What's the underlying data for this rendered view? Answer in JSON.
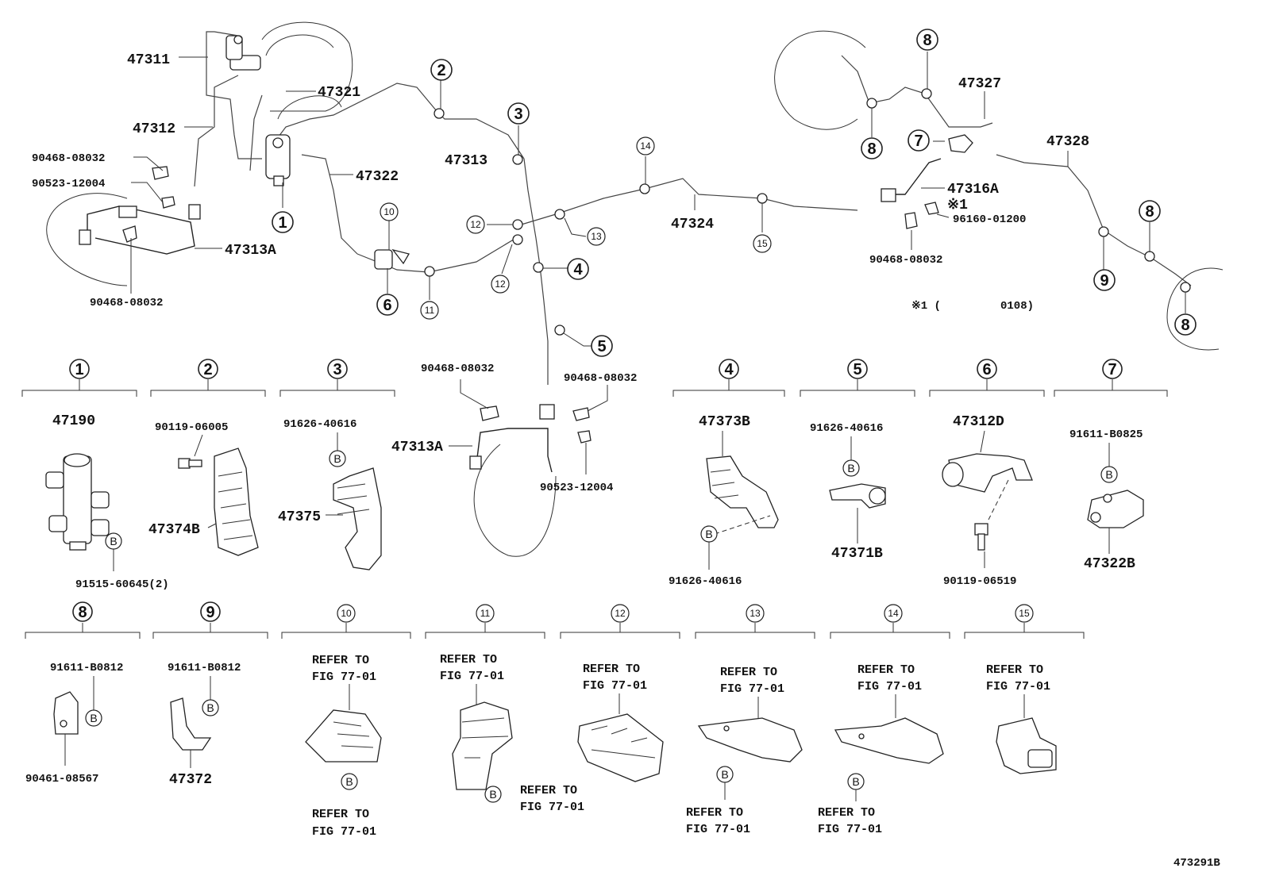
{
  "callouts": {
    "c1": "1",
    "c2": "2",
    "c3": "3",
    "c4": "4",
    "c5": "5",
    "c6": "6",
    "c7": "7",
    "c8": "8",
    "c9": "9",
    "c10": "10",
    "c11": "11",
    "c12": "12",
    "c13": "13",
    "c14": "14",
    "c15": "15",
    "b": "B"
  },
  "top": {
    "p47311": "47311",
    "p47321": "47321",
    "p47312": "47312",
    "p90468a": "90468-08032",
    "p90523a": "90523-12004",
    "p47313a_left": "47313A",
    "p90468b": "90468-08032",
    "p47322": "47322",
    "p47313": "47313",
    "p47324": "47324",
    "p47327": "47327",
    "p47328": "47328",
    "p47316a": "47316A",
    "star1_mark": "※1",
    "p96160": "96160-01200",
    "p90468c": "90468-08032",
    "footnote_mark": "※1 (",
    "footnote_val": "0108)"
  },
  "mid": {
    "p90468d": "90468-08032",
    "p90468e": "90468-08032",
    "p47313a_mid": "47313A",
    "p90523b": "90523-12004"
  },
  "row1": {
    "s1_part": "47190",
    "s1_bolt": "91515-60645(2)",
    "s2_bolt": "90119-06005",
    "s2_part": "47374B",
    "s3_bolt": "91626-40616",
    "s3_part": "47375",
    "s4_part": "47373B",
    "s4_bolt": "91626-40616",
    "s5_bolt": "91626-40616",
    "s5_part": "47371B",
    "s6_part": "47312D",
    "s6_bolt": "90119-06519",
    "s7_bolt": "91611-B0825",
    "s7_part": "47322B"
  },
  "row2": {
    "s8_bolt": "91611-B0812",
    "s8_part": "90461-08567",
    "s9_bolt": "91611-B0812",
    "s9_part": "47372",
    "refer_to": "REFER TO",
    "fig": "FIG 77-01"
  },
  "figure_id": "473291B"
}
